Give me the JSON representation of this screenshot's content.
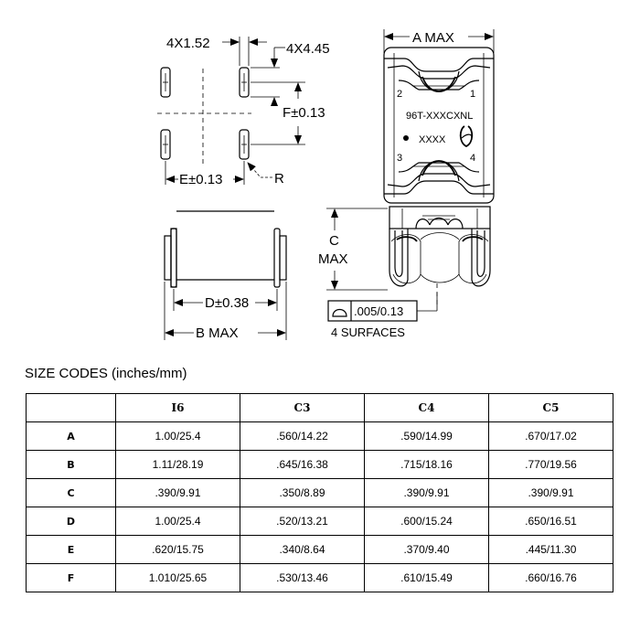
{
  "drawing": {
    "dim_pad_width": "4X1.52",
    "dim_pad_length": "4X4.45",
    "dim_f": "F±0.13",
    "dim_e": "E±0.13",
    "dim_r": "R",
    "dim_a": "A MAX",
    "pin_2": "2",
    "pin_1": "1",
    "pin_3": "3",
    "pin_4": "4",
    "part_number": "96T-XXXCXNL",
    "date_code": "XXXX",
    "dim_c_1": "C",
    "dim_c_2": "MAX",
    "dim_d": "D±0.38",
    "dim_b": "B MAX",
    "tolerance": ".005/0.13",
    "surfaces_note": "4 SURFACES"
  },
  "table": {
    "title": "SIZE CODES (inches/mm)",
    "headers": [
      "",
      "I6",
      "C3",
      "C4",
      "C5"
    ],
    "rows": [
      [
        "A",
        "1.00/25.4",
        ".560/14.22",
        ".590/14.99",
        ".670/17.02"
      ],
      [
        "B",
        "1.11/28.19",
        ".645/16.38",
        ".715/18.16",
        ".770/19.56"
      ],
      [
        "C",
        ".390/9.91",
        ".350/8.89",
        ".390/9.91",
        ".390/9.91"
      ],
      [
        "D",
        "1.00/25.4",
        ".520/13.21",
        ".600/15.24",
        ".650/16.51"
      ],
      [
        "E",
        ".620/15.75",
        ".340/8.64",
        ".370/9.40",
        ".445/11.30"
      ],
      [
        "F",
        "1.010/25.65",
        ".530/13.46",
        ".610/15.49",
        ".660/16.76"
      ]
    ]
  }
}
